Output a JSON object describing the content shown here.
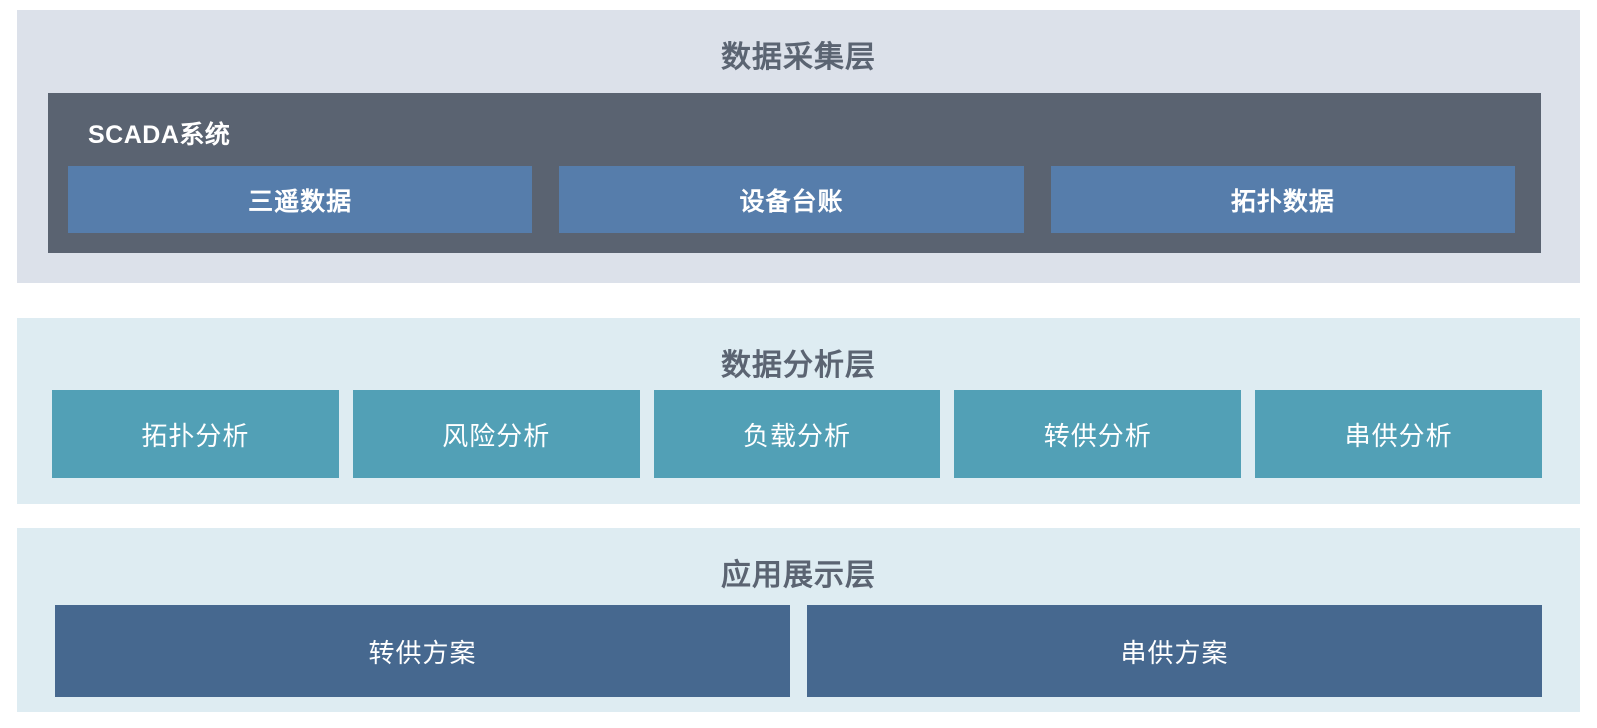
{
  "layers": {
    "collection": {
      "title": "数据采集层",
      "scada": {
        "label": "SCADA系统",
        "items": [
          {
            "label": "三遥数据"
          },
          {
            "label": "设备台账"
          },
          {
            "label": "拓扑数据"
          }
        ]
      }
    },
    "analysis": {
      "title": "数据分析层",
      "items": [
        {
          "label": "拓扑分析"
        },
        {
          "label": "风险分析"
        },
        {
          "label": "负载分析"
        },
        {
          "label": "转供分析"
        },
        {
          "label": "串供分析"
        }
      ]
    },
    "application": {
      "title": "应用展示层",
      "items": [
        {
          "label": "转供方案"
        },
        {
          "label": "串供方案"
        }
      ]
    }
  },
  "colors": {
    "page_background": "#ffffff",
    "collection_layer_background": "#dce1ea",
    "analysis_layer_background": "#deecf2",
    "application_layer_background": "#deecf2",
    "scada_container": "#5a6371",
    "collection_block": "#567dab",
    "analysis_block": "#52a0b6",
    "application_block": "#46688f",
    "title_text": "#5b6472",
    "block_text": "#ffffff"
  }
}
